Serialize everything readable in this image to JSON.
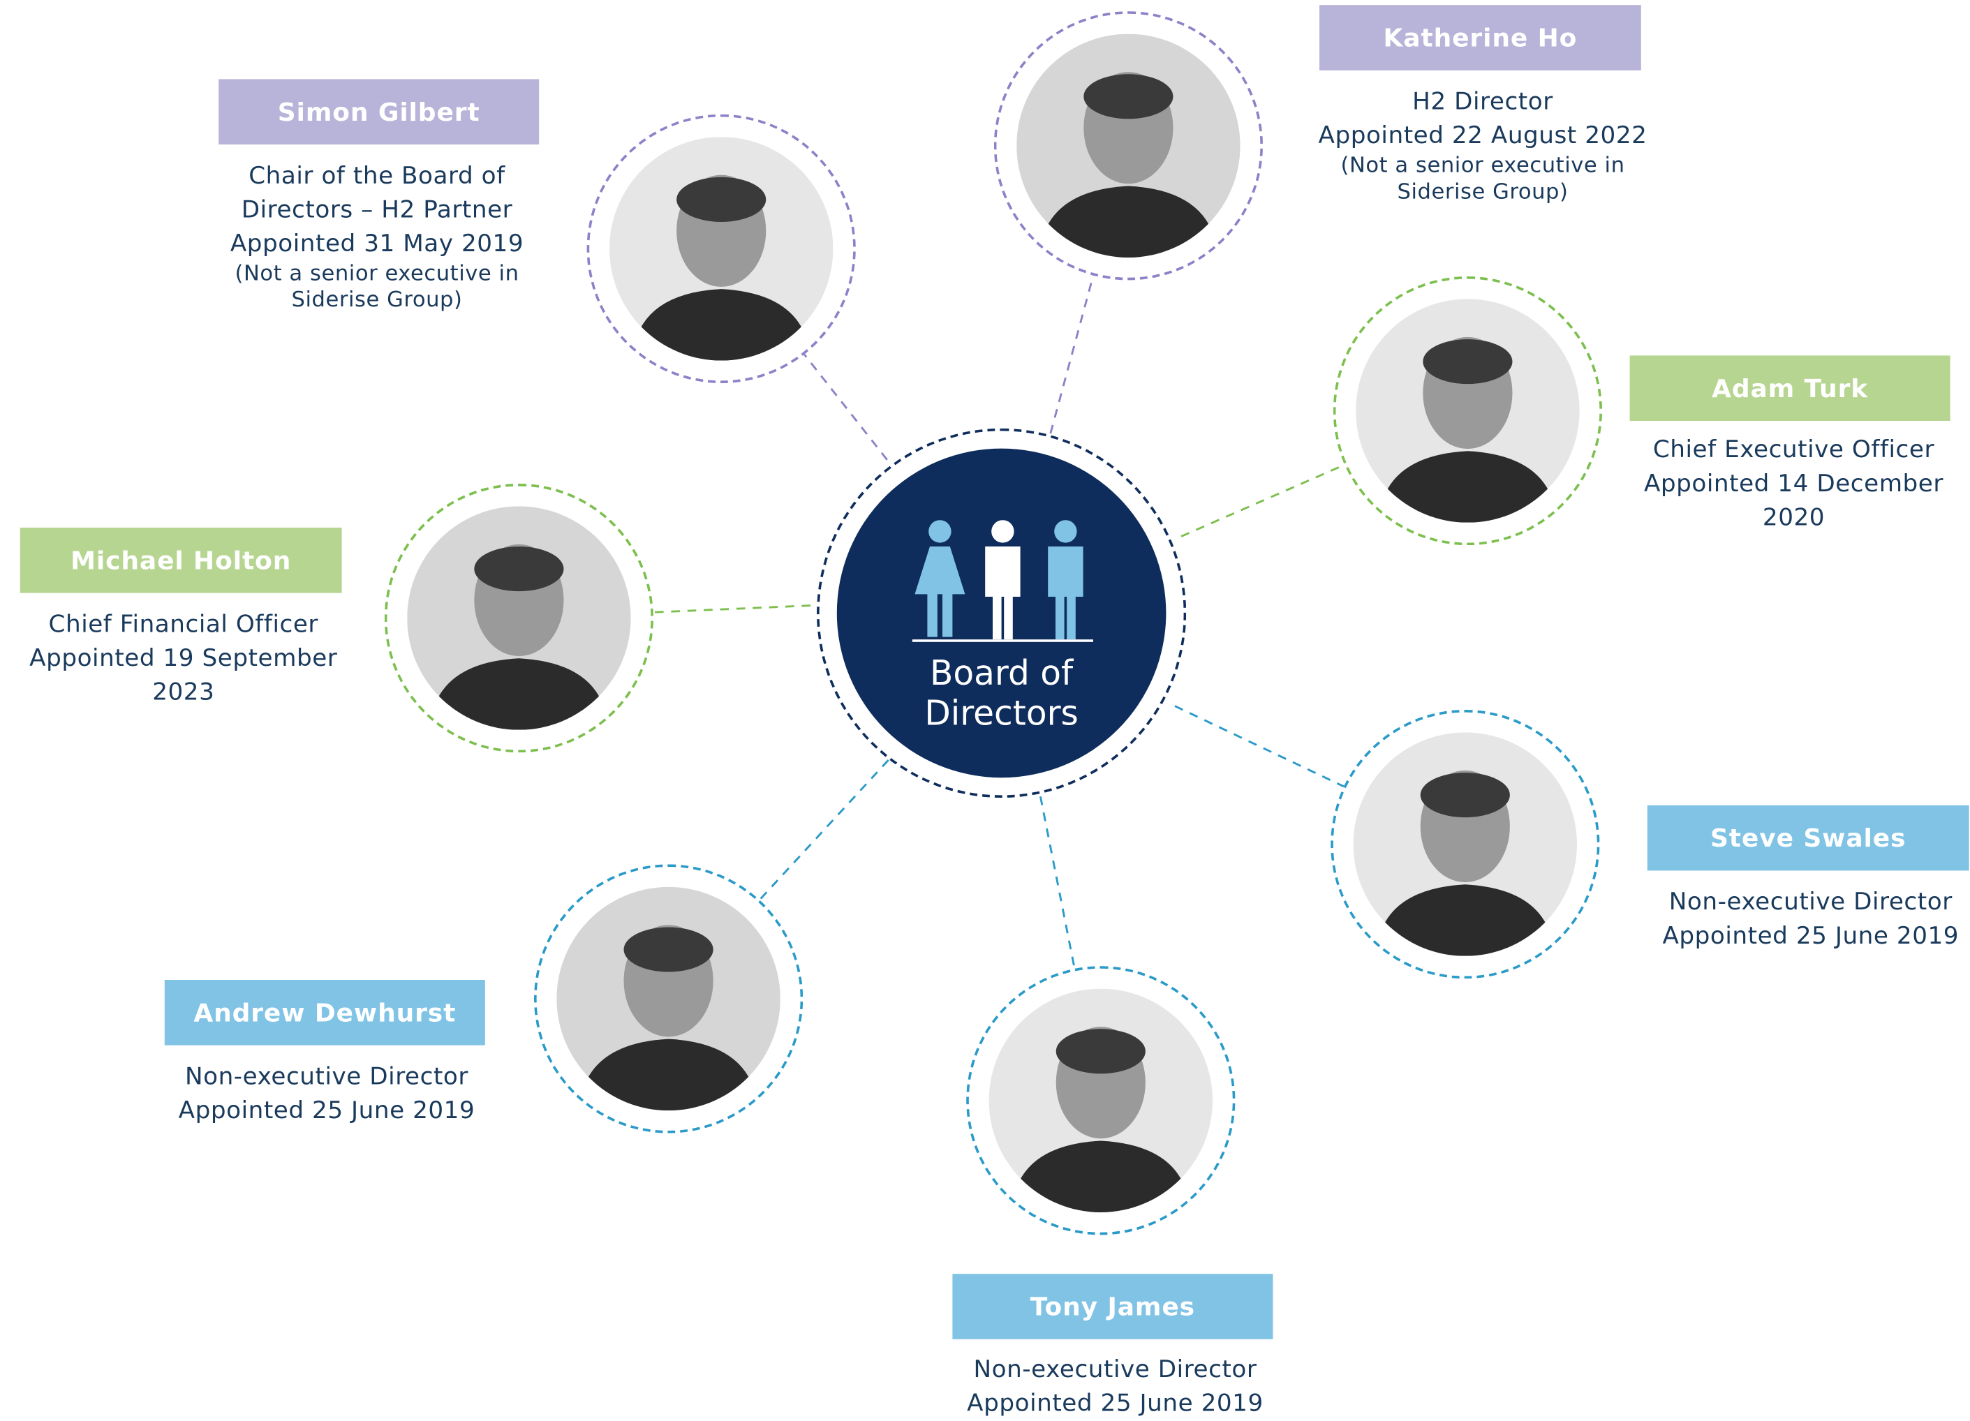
{
  "colors": {
    "purple": "#b8b3d9",
    "green": "#b6d590",
    "blue": "#80c3e5",
    "hub": "#0f2d5c",
    "text": "#1a3a5c",
    "dash_purple": "#8b82c8",
    "dash_green": "#7cbf4e",
    "dash_blue": "#2a9ac9",
    "dash_hub": "#0f2d5c"
  },
  "hub": {
    "title_line1": "Board of",
    "title_line2": "Directors",
    "icon": "people-group-icon"
  },
  "directors": [
    {
      "key": "simon",
      "name": "Simon Gilbert",
      "color": "purple",
      "lines": [
        "Chair of the Board of",
        "Directors – H2 Partner",
        "Appointed 31 May 2019"
      ],
      "note": [
        "(Not a senior executive in",
        "Siderise Group)"
      ]
    },
    {
      "key": "katherine",
      "name": "Katherine Ho",
      "color": "purple",
      "lines": [
        "H2 Director",
        "Appointed 22 August 2022"
      ],
      "note": [
        "(Not a senior executive in",
        "Siderise Group)"
      ]
    },
    {
      "key": "adam",
      "name": "Adam Turk",
      "color": "green",
      "lines": [
        "Chief Executive Officer",
        "Appointed 14 December",
        "2020"
      ],
      "note": []
    },
    {
      "key": "michael",
      "name": "Michael Holton",
      "color": "green",
      "lines": [
        "Chief Financial Officer",
        "Appointed 19 September",
        "2023"
      ],
      "note": []
    },
    {
      "key": "steve",
      "name": "Steve Swales",
      "color": "blue",
      "lines": [
        "Non-executive Director",
        "Appointed 25 June 2019"
      ],
      "note": []
    },
    {
      "key": "andrew",
      "name": "Andrew Dewhurst",
      "color": "blue",
      "lines": [
        "Non-executive Director",
        "Appointed 25 June 2019"
      ],
      "note": []
    },
    {
      "key": "tony",
      "name": "Tony James",
      "color": "blue",
      "lines": [
        "Non-executive Director",
        "Appointed 25 June 2019"
      ],
      "note": []
    }
  ]
}
